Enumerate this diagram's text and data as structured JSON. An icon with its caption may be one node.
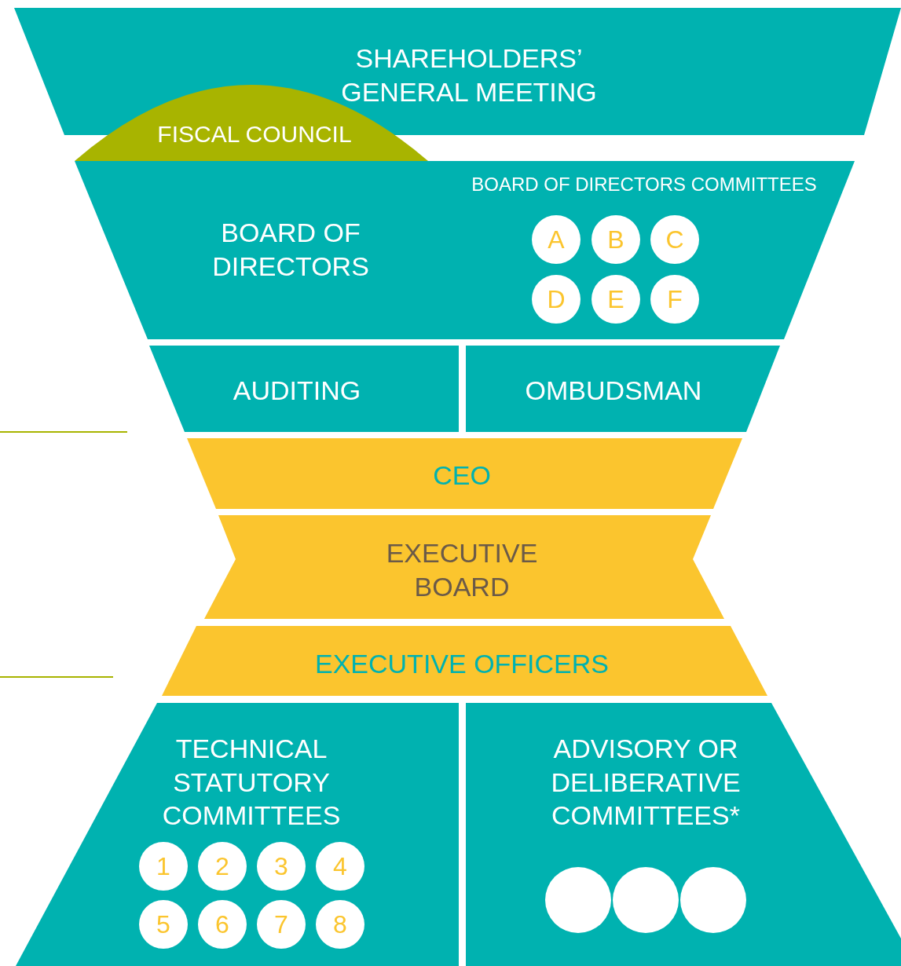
{
  "diagram": {
    "nodes": [
      {
        "text": [
          "SHAREHOLDERS’ GENERAL MEETING"
        ]
      },
      {
        "text": [
          "FISCAL COUNCIL"
        ]
      },
      {
        "text": [
          "BOARD OF DIRECTORS",
          "BOARD OF DIRECTORS COMMITTEES"
        ]
      },
      {
        "text": [
          "A"
        ],
        "in": 2
      },
      {
        "text": [
          "B"
        ],
        "in": 2
      },
      {
        "text": [
          "C"
        ],
        "in": 2
      },
      {
        "text": [
          "D"
        ],
        "in": 2
      },
      {
        "text": [
          "E"
        ],
        "in": 2
      },
      {
        "text": [
          "F"
        ],
        "in": 2
      },
      {
        "text": [
          "AUDITING"
        ]
      },
      {
        "text": [
          "OMBUDSMAN"
        ]
      },
      {
        "text": [
          "CEO"
        ]
      },
      {
        "text": [
          "EXECUTIVE BOARD"
        ]
      },
      {
        "text": [
          "EXECUTIVE OFFICERS"
        ]
      },
      {
        "text": [
          "TECHNICAL STATUTORY COMMITTEES"
        ]
      },
      {
        "text": [
          "1"
        ],
        "in": 14
      },
      {
        "text": [
          "2"
        ],
        "in": 14
      },
      {
        "text": [
          "3"
        ],
        "in": 14
      },
      {
        "text": [
          "4"
        ],
        "in": 14
      },
      {
        "text": [
          "5"
        ],
        "in": 14
      },
      {
        "text": [
          "6"
        ],
        "in": 14
      },
      {
        "text": [
          "7"
        ],
        "in": 14
      },
      {
        "text": [
          "8"
        ],
        "in": 14
      },
      {
        "text": [
          "ADVISORY OR DELIBERATIVE COMMITTEES*"
        ]
      },
      {
        "text": [],
        "shape": "circle",
        "in": 23
      },
      {
        "text": [],
        "shape": "circle",
        "in": 23
      },
      {
        "text": [],
        "shape": "circle",
        "in": 23
      }
    ]
  }
}
